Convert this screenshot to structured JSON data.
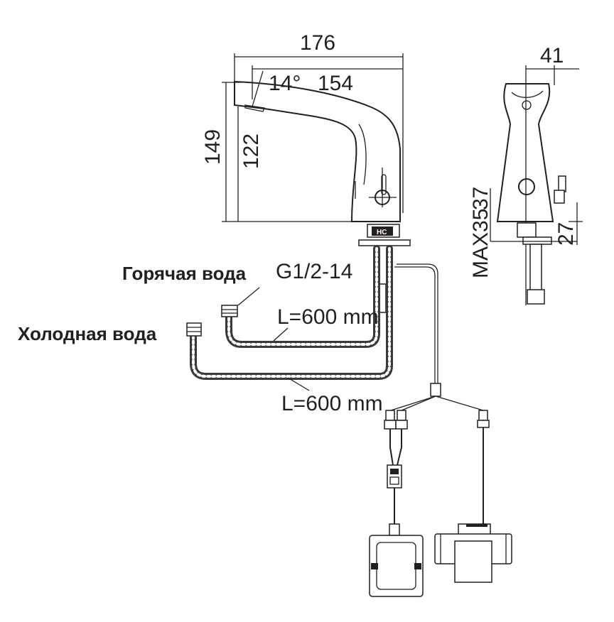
{
  "dimensions": {
    "overall_length": "176",
    "spout_length": "154",
    "spout_angle": "14°",
    "total_height": "149",
    "outlet_height": "122",
    "width": "41",
    "max_deck": "MAX35",
    "hole_diameter": "37",
    "base_height": "27"
  },
  "labels": {
    "hot_water": "Горячая вода",
    "cold_water": "Холодная вода",
    "thread": "G1/2-14",
    "hose_length_hot": "L=600 mm",
    "hose_length_cold": "L=600 mm",
    "base_marking": "HC"
  }
}
